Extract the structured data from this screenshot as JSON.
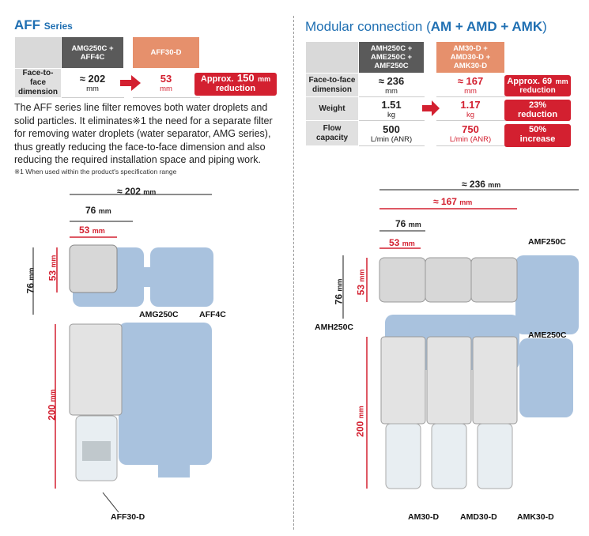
{
  "left": {
    "title": "AFF",
    "title_suffix": "Series",
    "table": {
      "col1": "AMG250C +\nAFF4C",
      "col2": "AFF30-D",
      "row_label": "Face-to-face\ndimension",
      "val1": "≈ 202",
      "val1_unit": "mm",
      "val2": "53",
      "val2_unit": "mm",
      "badge_prefix": "Approx.",
      "badge_value": "150",
      "badge_unit": "mm",
      "badge_text": "reduction"
    },
    "paragraph": "The AFF series line filter removes both water droplets and solid particles. It eliminates※1 the need for a separate filter for removing water droplets (water separator, AMG series), thus greatly reducing the face-to-face dimension and also reducing the required installation space and piping work.",
    "note": "※1  When used within the product's specification range",
    "dims": {
      "d202": "≈ 202",
      "d76": "76",
      "d53": "53",
      "v76": "76",
      "v53": "53",
      "v200": "200",
      "unit": "mm"
    },
    "labels": {
      "amg": "AMG250C",
      "aff4": "AFF4C",
      "aff30": "AFF30-D"
    }
  },
  "right": {
    "title_plain": "Modular connection (",
    "title_bold": "AM + AMD + AMK",
    "title_end": ")",
    "table": {
      "col1": "AMH250C +\nAME250C +\nAMF250C",
      "col2": "AM30-D +\nAMD30-D +\nAMK30-D",
      "rows": [
        {
          "label": "Face-to-face\ndimension",
          "v1": "≈ 236",
          "u1": "mm",
          "v2": "≈ 167",
          "u2": "mm",
          "badge1": "Approx. 69",
          "badge_unit": "mm",
          "badge2": "reduction"
        },
        {
          "label": "Weight",
          "v1": "1.51",
          "u1": "kg",
          "v2": "1.17",
          "u2": "kg",
          "badge1": "23%",
          "badge_unit": "",
          "badge2": "reduction"
        },
        {
          "label": "Flow\ncapacity",
          "v1": "500",
          "u1": "L/min (ANR)",
          "v2": "750",
          "u2": "L/min (ANR)",
          "badge1": "50%",
          "badge_unit": "",
          "badge2": "increase"
        }
      ]
    },
    "dims": {
      "d236": "≈ 236",
      "d167": "≈ 167",
      "d76": "76",
      "d53": "53",
      "v76": "76",
      "v53": "53",
      "v200": "200",
      "unit": "mm"
    },
    "labels": {
      "amf": "AMF250C",
      "amh": "AMH250C",
      "ame": "AME250C",
      "am30": "AM30-D",
      "amd30": "AMD30-D",
      "amk30": "AMK30-D"
    }
  },
  "colors": {
    "accent_blue": "#1f6fb2",
    "red": "#d32030",
    "ghost_blue": "#a9c2de",
    "orange": "#e6906c"
  }
}
